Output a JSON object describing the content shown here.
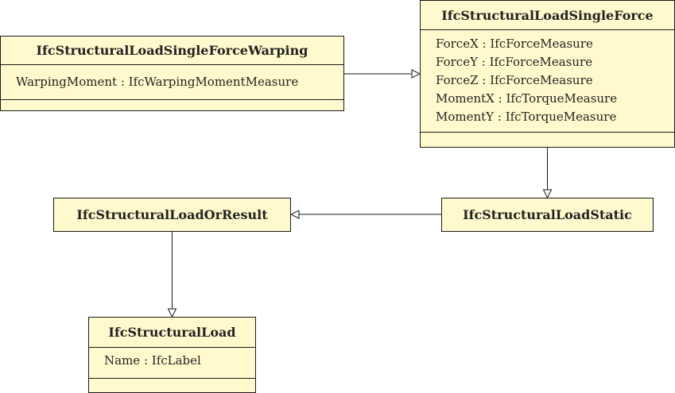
{
  "diagram": {
    "classes": {
      "warping": {
        "name": "IfcStructuralLoadSingleForceWarping",
        "attributes": [
          {
            "name": "WarpingMoment",
            "type": "IfcWarpingMomentMeasure"
          }
        ]
      },
      "single_force": {
        "name": "IfcStructuralLoadSingleForce",
        "attributes": [
          {
            "name": "ForceX",
            "type": "IfcForceMeasure"
          },
          {
            "name": "ForceY",
            "type": "IfcForceMeasure"
          },
          {
            "name": "ForceZ",
            "type": "IfcForceMeasure"
          },
          {
            "name": "MomentX",
            "type": "IfcTorqueMeasure"
          },
          {
            "name": "MomentY",
            "type": "IfcTorqueMeasure"
          }
        ]
      },
      "load_static": {
        "name": "IfcStructuralLoadStatic"
      },
      "load_or_result": {
        "name": "IfcStructuralLoadOrResult"
      },
      "structural_load": {
        "name": "IfcStructuralLoad",
        "attributes": [
          {
            "name": "Name",
            "type": "IfcLabel"
          }
        ]
      }
    },
    "generalizations": [
      {
        "from": "warping",
        "to": "single_force"
      },
      {
        "from": "single_force",
        "to": "load_static"
      },
      {
        "from": "load_static",
        "to": "load_or_result"
      },
      {
        "from": "load_or_result",
        "to": "structural_load"
      }
    ]
  }
}
